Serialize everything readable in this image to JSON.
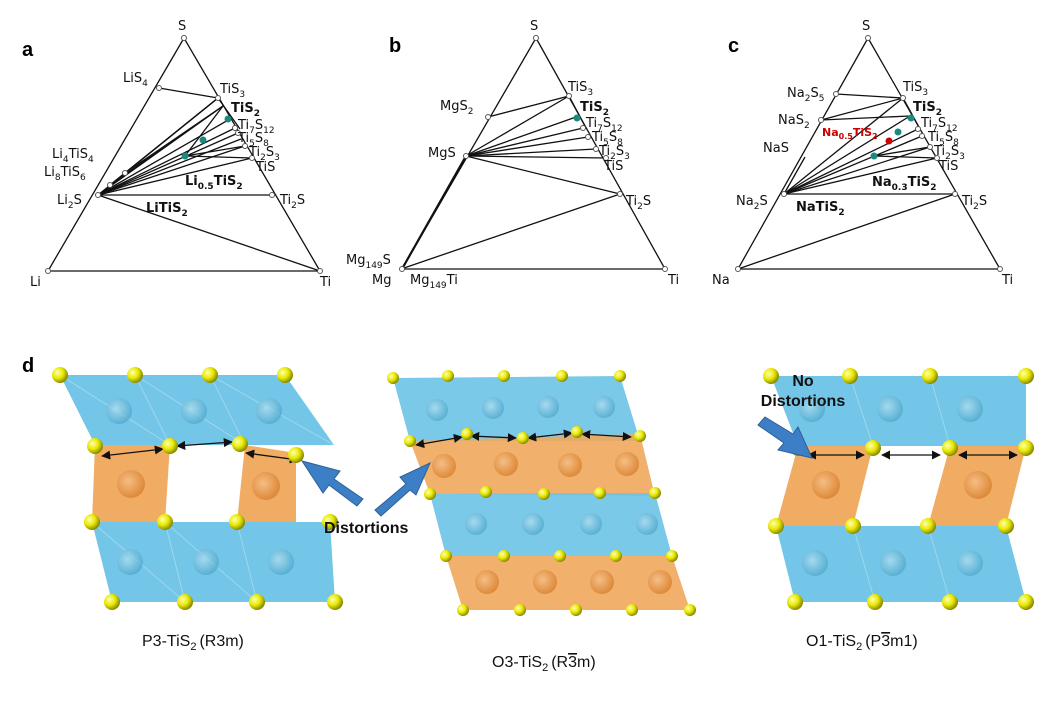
{
  "panels": {
    "a": "a",
    "b": "b",
    "c": "c",
    "d": "d"
  },
  "triangle_a": {
    "vertices": [
      "S",
      "Li",
      "Ti"
    ],
    "phases": {
      "LiS4": [
        "LiS",
        "4"
      ],
      "TiS3": [
        "TiS",
        "3"
      ],
      "TiS2": [
        "TiS",
        "2"
      ],
      "Ti7S12": [
        "Ti",
        "7",
        "S",
        "12"
      ],
      "Ti5S8": [
        "Ti",
        "5",
        "S",
        "8"
      ],
      "Ti2S3": [
        "Ti",
        "2",
        "S",
        "3"
      ],
      "TiS": "TiS",
      "Li4TiS4": [
        "Li",
        "4",
        "TiS",
        "4"
      ],
      "Li8TiS6": [
        "Li",
        "8",
        "TiS",
        "6"
      ],
      "Li2S": [
        "Li",
        "2",
        "S"
      ],
      "Li05TiS2": [
        "Li",
        "0.5",
        "TiS",
        "2"
      ],
      "LiTiS2": [
        "LiTiS",
        "2"
      ],
      "Ti2S": [
        "Ti",
        "2",
        "S"
      ]
    }
  },
  "triangle_b": {
    "vertices": [
      "S",
      "Mg",
      "Ti"
    ],
    "phases": {
      "MgS2": [
        "MgS",
        "2"
      ],
      "TiS3": [
        "TiS",
        "3"
      ],
      "TiS2": [
        "TiS",
        "2"
      ],
      "Ti7S12": [
        "Ti",
        "7",
        "S",
        "12"
      ],
      "Ti5S8": [
        "Ti",
        "5",
        "S",
        "8"
      ],
      "Ti2S3": [
        "Ti",
        "2",
        "S",
        "3"
      ],
      "TiS": "TiS",
      "MgS": "MgS",
      "Ti2S": [
        "Ti",
        "2",
        "S"
      ],
      "Mg149S": [
        "Mg",
        "149",
        "S"
      ],
      "Mg149Ti": [
        "Mg",
        "149",
        "Ti"
      ]
    }
  },
  "triangle_c": {
    "vertices": [
      "S",
      "Na",
      "Ti"
    ],
    "phases": {
      "Na2S5": [
        "Na",
        "2",
        "S",
        "5"
      ],
      "TiS3": [
        "TiS",
        "3"
      ],
      "NaS2": [
        "NaS",
        "2"
      ],
      "TiS2": [
        "TiS",
        "2"
      ],
      "Na05TiS2": [
        "Na",
        "0.5",
        "TiS",
        "2"
      ],
      "Ti7S12": [
        "Ti",
        "7",
        "S",
        "12"
      ],
      "Ti5S8": [
        "Ti",
        "5",
        "S",
        "8"
      ],
      "NaS": "NaS",
      "Ti2S3": [
        "Ti",
        "2",
        "S",
        "3"
      ],
      "TiS": "TiS",
      "Na03TiS2": [
        "Na",
        "0.3",
        "TiS",
        "2"
      ],
      "Na2S": [
        "Na",
        "2",
        "S"
      ],
      "NaTiS2": [
        "NaTiS",
        "2"
      ],
      "Ti2S": [
        "Ti",
        "2",
        "S"
      ]
    }
  },
  "structures": {
    "captions": {
      "p3": [
        "P3-TiS",
        "2",
        "(R3m)"
      ],
      "o3": [
        "O3-TiS",
        "2",
        "(R",
        "3",
        "m)"
      ],
      "o1": [
        "O1-TiS",
        "2",
        "(P",
        "3",
        "m1)"
      ]
    },
    "annotations": {
      "distortions": "Distortions",
      "no1": "No",
      "no2": "Distortions"
    }
  },
  "colors": {
    "blue_layer": "#6cc3e6",
    "orange_layer": "#f0a85c",
    "sulfur": "#e6e600",
    "highlight_red": "#cc0000",
    "teal_point": "#1a8a80"
  }
}
